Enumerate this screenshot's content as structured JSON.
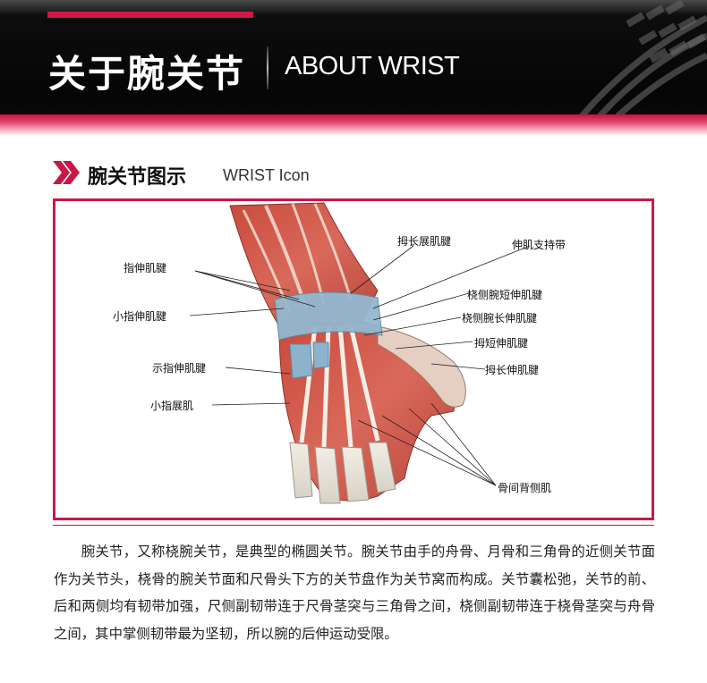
{
  "banner": {
    "title_cn": "关于腕关节",
    "title_en": "ABOUT WRIST",
    "accent_color": "#d0174a"
  },
  "section": {
    "title_cn": "腕关节图示",
    "title_en": "WRIST Icon",
    "icon": "double-chevron-right-icon"
  },
  "figure": {
    "labels": {
      "zhishenjijian": "指伸肌腱",
      "xiaozhishenjijian": "小指伸肌腱",
      "shizhishenjijian": "示指伸肌腱",
      "xiaozhizhanji": "小指展肌",
      "muchangzhanjijian": "拇长展肌腱",
      "shenjizhichidai": "伸肌支持带",
      "raocewanduanshenjijian": "桡侧腕短伸肌腱",
      "raocewanchangshenjijian": "桡侧腕长伸肌腱",
      "muduanshenjijian": "拇短伸肌腱",
      "muchangshenjijian": "拇长伸肌腱",
      "gujianbeiceji": "骨间背侧肌"
    }
  },
  "body": {
    "paragraph": "腕关节，又称桡腕关节，是典型的椭圆关节。腕关节由手的舟骨、月骨和三角骨的近侧关节面作为关节头，桡骨的腕关节面和尺骨头下方的关节盘作为关节窝而构成。关节囊松弛，关节的前、后和两侧均有韧带加强，尺侧副韧带连于尺骨茎突与三角骨之间，桡侧副韧带连于桡骨茎突与舟骨之间，其中掌侧韧带最为坚韧，所以腕的后伸运动受限。"
  }
}
